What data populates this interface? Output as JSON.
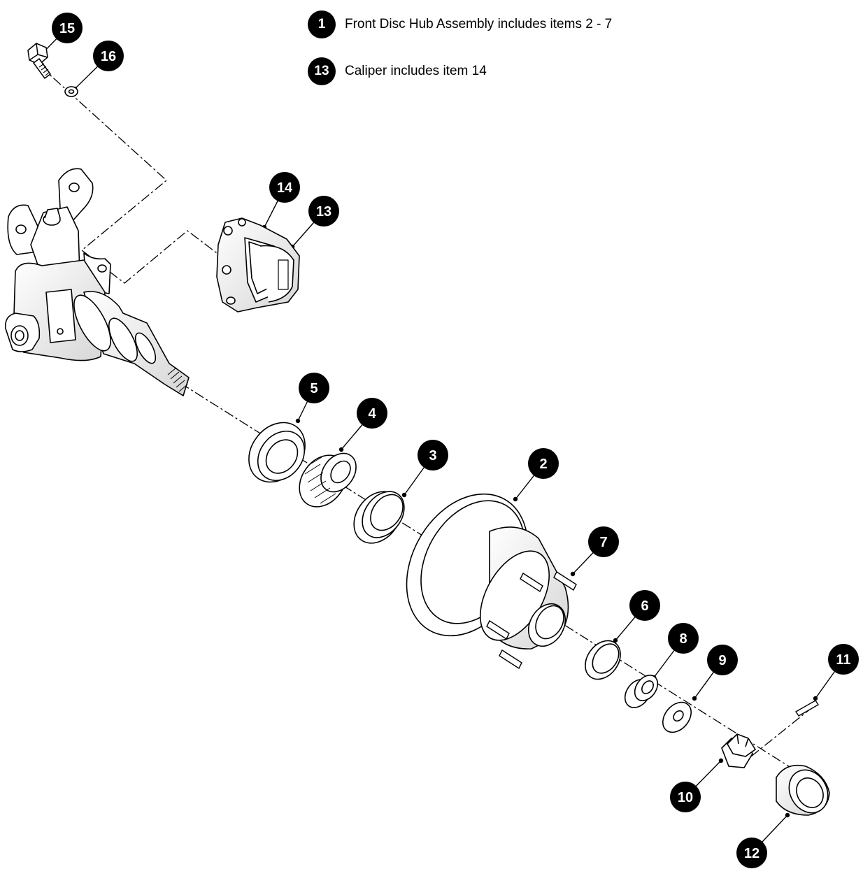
{
  "notes": [
    {
      "number": "1",
      "text": "Front Disc Hub Assembly includes items 2 - 7"
    },
    {
      "number": "13",
      "text": "Caliper includes item 14"
    }
  ],
  "callouts": [
    {
      "id": "c1",
      "number": "2"
    },
    {
      "id": "c2",
      "number": "3"
    },
    {
      "id": "c3",
      "number": "4"
    },
    {
      "id": "c4",
      "number": "5"
    },
    {
      "id": "c5",
      "number": "6"
    },
    {
      "id": "c6",
      "number": "7"
    },
    {
      "id": "c7",
      "number": "8"
    },
    {
      "id": "c8",
      "number": "9"
    },
    {
      "id": "c9",
      "number": "10"
    },
    {
      "id": "c10",
      "number": "11"
    },
    {
      "id": "c11",
      "number": "12"
    },
    {
      "id": "c12",
      "number": "13"
    },
    {
      "id": "c13",
      "number": "14"
    },
    {
      "id": "c14",
      "number": "15"
    },
    {
      "id": "c15",
      "number": "16"
    }
  ]
}
